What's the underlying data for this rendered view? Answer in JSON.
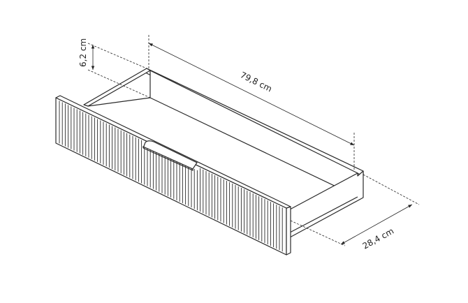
{
  "diagram": {
    "subject": "drawer",
    "dimensions": {
      "height": "6,2 cm",
      "length": "79,8 cm",
      "depth": "28,4 cm"
    },
    "colors": {
      "line": "#2a2a2a",
      "fill": "#ffffff"
    }
  }
}
